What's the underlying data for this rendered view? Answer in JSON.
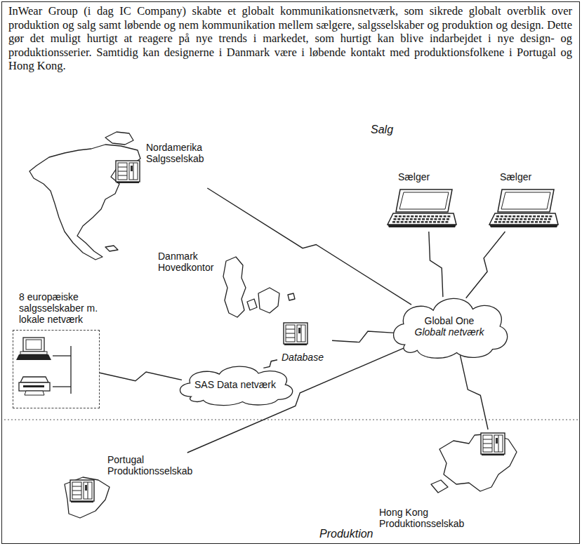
{
  "diagram": {
    "caption": "InWear Group (i dag IC Company) skabte et globalt kommunikationsnetværk, som sikrede globalt overblik over produktion og salg samt løbende og nem kommunikation mellem sælgere, salgsselskaber og produktion og design. Dette gør det muligt hurtigt at reagere på nye trends i markedet, som hurtigt kan blive indarbejdet i nye design- og produktionsserier. Samtidig kan designerne i Danmark være i løbende kontakt med produktionsfolkene i Portugal og Hong Kong.",
    "nodes": [
      {
        "text": [
          "Nordamerika Salgsselskab"
        ]
      },
      {
        "text": [
          "Sælger"
        ]
      },
      {
        "text": [
          "Sælger"
        ]
      },
      {
        "text": [
          "Danmark Hovedkontor",
          "Database"
        ]
      },
      {
        "text": [
          "8 europæiske salgsselskaber m. lokale netværk"
        ]
      },
      {
        "text": [
          "SAS Data netværk"
        ]
      },
      {
        "text": [
          "Global One",
          "Globalt netværk"
        ]
      },
      {
        "text": [
          "Portugal Produktionsselskab"
        ]
      },
      {
        "text": [
          "Hong Kong Produktionsselskab"
        ]
      }
    ],
    "edges": [
      {
        "from": 0,
        "to": 6,
        "arrow": "none"
      },
      {
        "from": 1,
        "to": 6,
        "arrow": "none"
      },
      {
        "from": 2,
        "to": 6,
        "arrow": "none"
      },
      {
        "from": 3,
        "to": 6,
        "arrow": "none"
      },
      {
        "from": 4,
        "to": 5,
        "arrow": "none"
      },
      {
        "from": 5,
        "to": 3,
        "arrow": "none"
      },
      {
        "from": 7,
        "to": 6,
        "arrow": "none"
      },
      {
        "from": 8,
        "to": 6,
        "arrow": "none"
      }
    ],
    "labels": [
      "Salg",
      "Produktion"
    ]
  }
}
